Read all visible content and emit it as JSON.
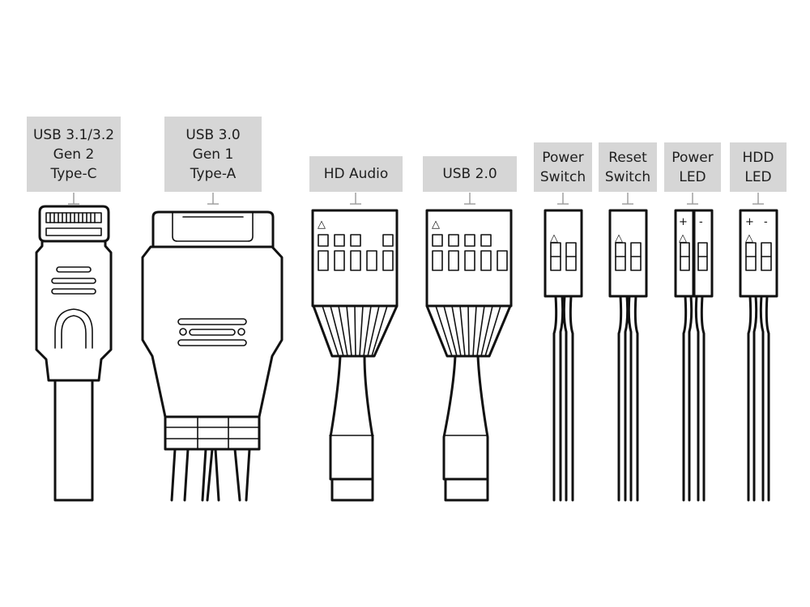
{
  "connectors": [
    {
      "id": "usb-c",
      "lines": [
        "USB 3.1/3.2",
        "Gen 2",
        "Type-C"
      ]
    },
    {
      "id": "usb-a",
      "lines": [
        "USB 3.0",
        "Gen 1",
        "Type-A"
      ]
    },
    {
      "id": "hd-audio",
      "lines": [
        "HD Audio"
      ]
    },
    {
      "id": "usb2",
      "lines": [
        "USB 2.0"
      ]
    },
    {
      "id": "power-switch",
      "lines": [
        "Power",
        "Switch"
      ]
    },
    {
      "id": "reset-switch",
      "lines": [
        "Reset",
        "Switch"
      ]
    },
    {
      "id": "power-led",
      "lines": [
        "Power",
        "LED"
      ],
      "polarity": [
        "+",
        "-"
      ]
    },
    {
      "id": "hdd-led",
      "lines": [
        "HDD",
        "LED"
      ],
      "polarity": [
        "+",
        "-"
      ]
    }
  ],
  "pin1_marker": "△",
  "colors": {
    "label_bg": "#d6d6d6",
    "outline": "#111111",
    "tick": "#9a9a9a"
  }
}
